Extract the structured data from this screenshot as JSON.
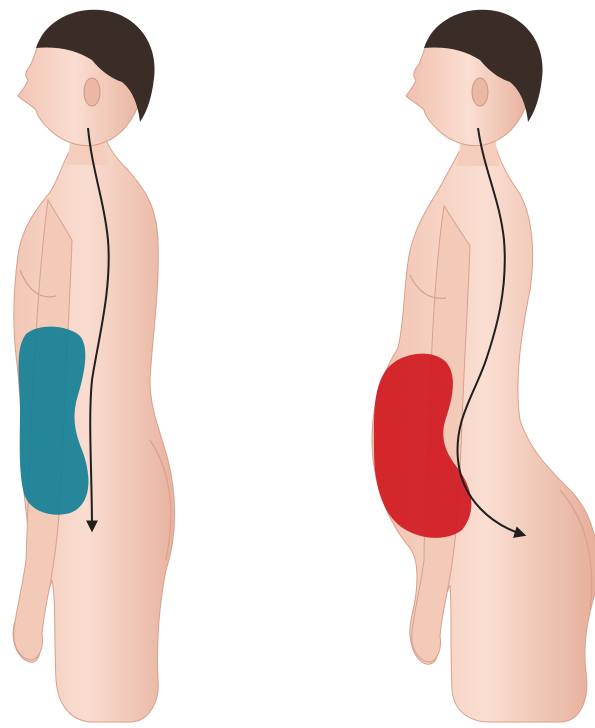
{
  "figures": [
    {
      "id": "normal",
      "body_mass_color": "#137f96",
      "spine_curve": "slight",
      "arrow_direction": "down"
    },
    {
      "id": "obese",
      "body_mass_color": "#d11f25",
      "spine_curve": "pronounced",
      "arrow_direction": "down-right"
    }
  ],
  "palette": {
    "skin_light": "#f8dccf",
    "skin_mid": "#efc4b2",
    "skin_shadow": "#d9a08e",
    "hair": "#3a2c27",
    "arrow": "#1f1f1f",
    "background": "#ffffff"
  }
}
